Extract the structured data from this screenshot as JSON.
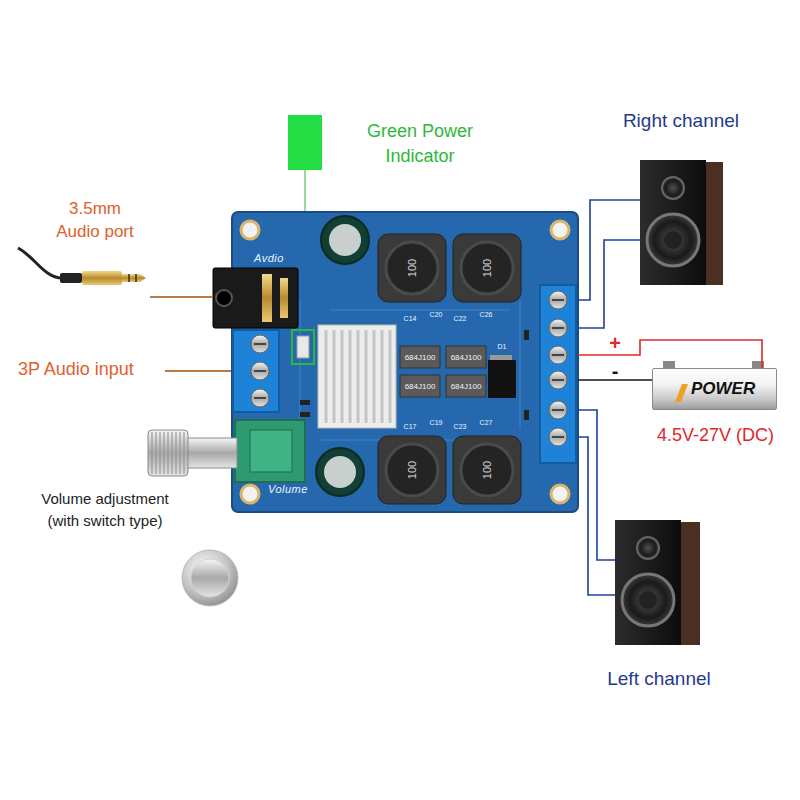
{
  "diagram": {
    "nodes": [
      {
        "text": [
          "Avdio",
          "Volume"
        ]
      },
      {
        "text": [
          "Right channel"
        ]
      },
      {
        "text": [
          "POWER",
          "4.5V-27V (DC)"
        ]
      },
      {
        "text": [
          "Left channel"
        ]
      }
    ],
    "edges": [
      {
        "from": 0,
        "to": 1,
        "arrow": "none"
      },
      {
        "from": 0,
        "to": 1,
        "arrow": "none"
      },
      {
        "from": 0,
        "to": 2,
        "arrow": "none",
        "label": "+"
      },
      {
        "from": 0,
        "to": 2,
        "arrow": "none",
        "label": "-"
      },
      {
        "from": 0,
        "to": 3,
        "arrow": "none"
      },
      {
        "from": 0,
        "to": 3,
        "arrow": "none"
      }
    ],
    "labels": [
      "3.5mm Audio port",
      "3P Audio input",
      "Volume adjustment (with switch type)",
      "Green Power Indicator",
      "100",
      "100",
      "100",
      "100",
      "684J100",
      "684J100",
      "684J100",
      "684J100",
      "D1",
      "C14",
      "C20",
      "C22",
      "C26",
      "C17",
      "C19",
      "C23",
      "C27"
    ]
  }
}
